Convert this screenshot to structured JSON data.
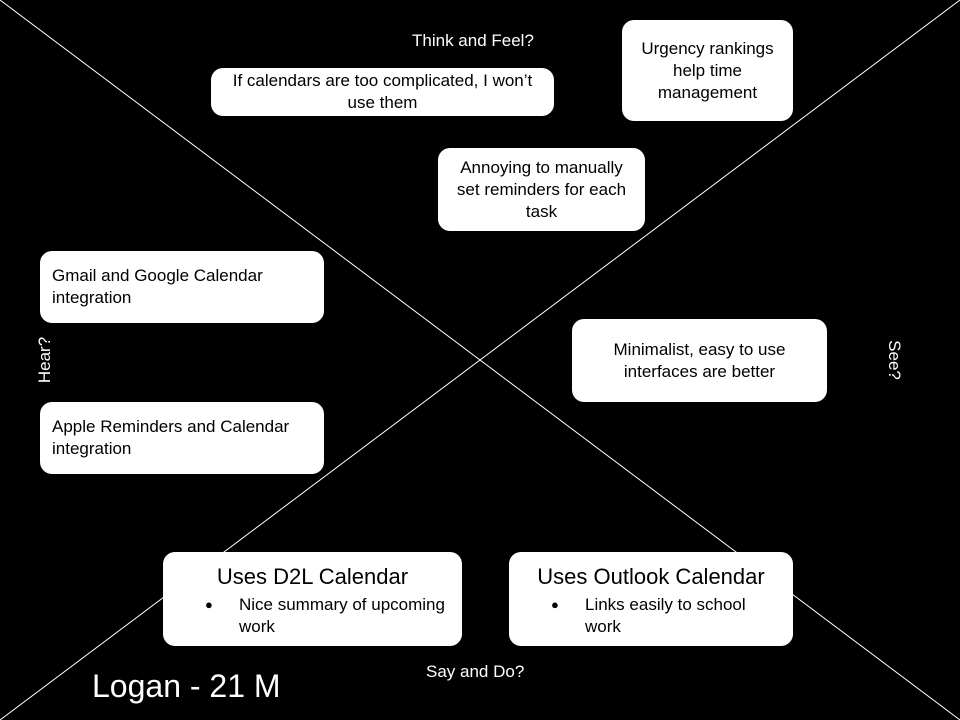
{
  "quadrants": {
    "think_feel": "Think and Feel?",
    "hear": "Hear?",
    "see": "See?",
    "say_do": "Say and Do?"
  },
  "notes": {
    "calendars_complicated": "If calendars are too complicated, I won’t use them",
    "urgency_rankings": "Urgency rankings help time management",
    "manual_reminders": "Annoying to manually set reminders for each task",
    "gmail_integration": "Gmail and Google Calendar integration",
    "apple_integration": "Apple Reminders and Calendar integration",
    "minimalist": "Minimalist, easy to use interfaces are better"
  },
  "say_do_cards": [
    {
      "title": "Uses D2L Calendar",
      "bullet": "Nice summary of upcoming work"
    },
    {
      "title": "Uses Outlook Calendar",
      "bullet": "Links easily to school work"
    }
  ],
  "persona": "Logan - 21 M",
  "colors": {
    "background": "#000000",
    "card": "#ffffff",
    "lines": "#ffffff"
  }
}
